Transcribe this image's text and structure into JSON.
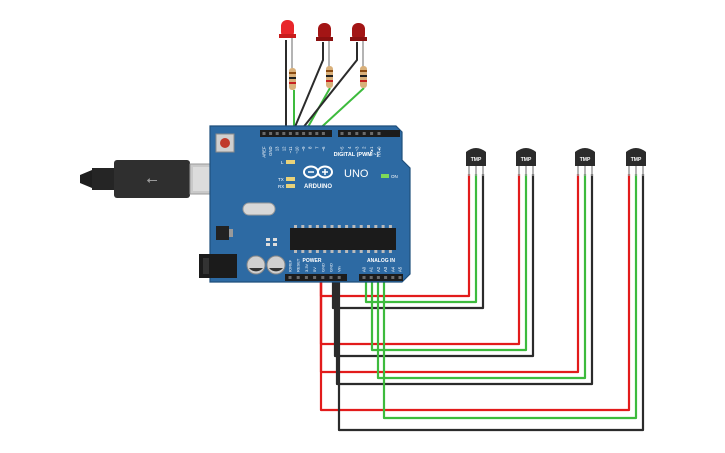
{
  "board": {
    "brand": "ARDUINO",
    "model": "UNO",
    "digital_label": "DIGITAL (PWM ~)",
    "power_label": "POWER",
    "analog_label": "ANALOG IN",
    "on_label": "ON",
    "led_labels": {
      "l": "L",
      "tx": "TX",
      "rx": "RX"
    },
    "top_pins": [
      "AREF",
      "GND",
      "13",
      "12",
      "~11",
      "~10",
      "~9",
      "8",
      "7",
      "~6",
      "~5",
      "4",
      "~3",
      "2",
      "TX▸1",
      "RX◂0"
    ],
    "power_pins": [
      "IOREF",
      "RESET",
      "3.3V",
      "5V",
      "GND",
      "GND",
      "Vin"
    ],
    "analog_pins": [
      "A0",
      "A1",
      "A2",
      "A3",
      "A4",
      "A5"
    ]
  },
  "sensors": [
    {
      "label": "TMP"
    },
    {
      "label": "TMP"
    },
    {
      "label": "TMP"
    },
    {
      "label": "TMP"
    }
  ],
  "colors": {
    "board": "#2d6aa3",
    "board_edge": "#1f4f7c",
    "wire_red": "#e21b1b",
    "wire_black": "#2b2b2b",
    "wire_green": "#3dbb3d",
    "led_red": "#e8262a",
    "led_dark": "#a31515"
  }
}
